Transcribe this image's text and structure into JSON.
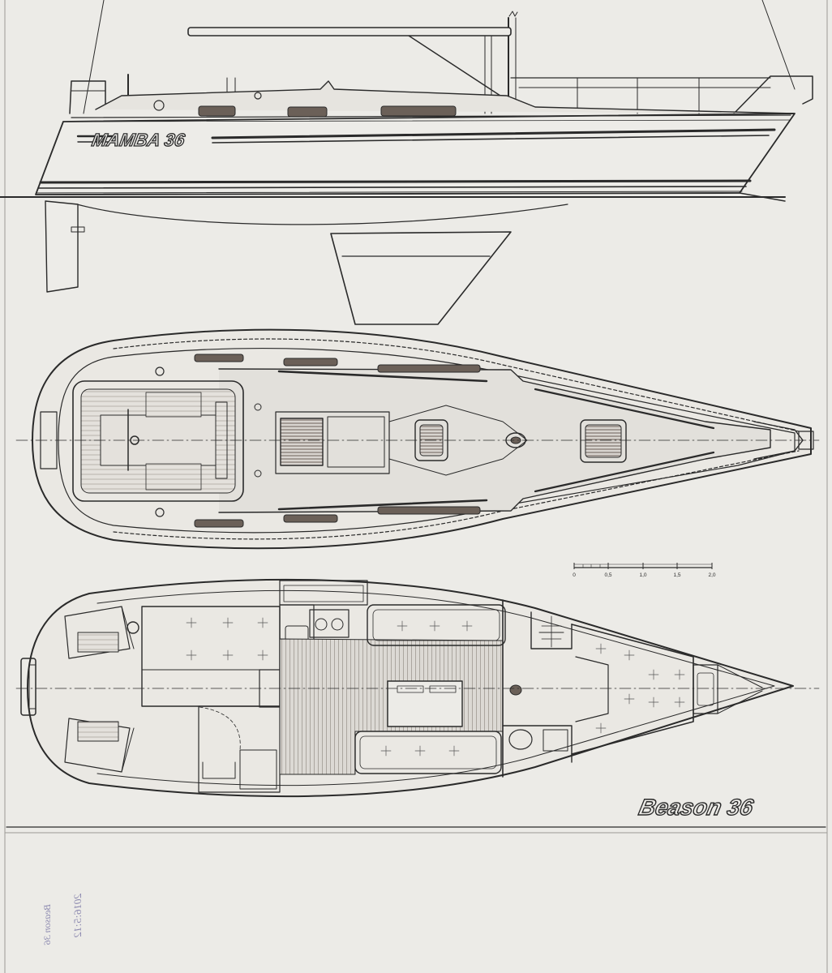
{
  "hull_name": "MAMBA 36",
  "drawing_title": "Beason 36",
  "scale_bar": {
    "ticks": [
      "0",
      "0,5",
      "1,0",
      "1,5",
      "2,0"
    ]
  },
  "handwritten_notes": [
    "2016:5:12",
    "Beason 36"
  ],
  "colors": {
    "paper": "#ecebe7",
    "ink": "#2a2a2a",
    "hatch": "#6b6058",
    "stamp": "#8d8ab0"
  }
}
